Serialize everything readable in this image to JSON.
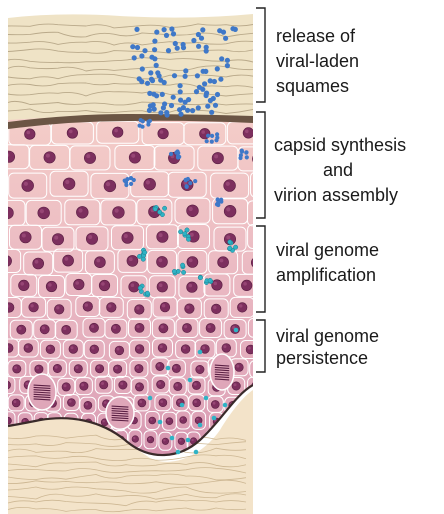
{
  "colors": {
    "stratum_corneum": "#efe3c6",
    "keratin_lines": "#b9a98a",
    "granular_band": "#6b5544",
    "upper_epithelium": "#f4cdc8",
    "mid_epithelium": "#eab8c2",
    "lower_epithelium": "#dfa6b9",
    "basal_layer": "#d592ae",
    "cell_outline": "#ffffff",
    "nucleus": "#7d2f5e",
    "nucleus_highlight": "#a2507f",
    "dermis": "#f3e3c9",
    "dermis_fibers": "#cdb793",
    "basement_membrane": "#3a2a2a",
    "virion_blue": "#3f78c8",
    "genome_cyan": "#2fb3c5"
  },
  "labels": [
    {
      "id": "release",
      "lines": [
        "release of",
        "viral-laden",
        "squames"
      ]
    },
    {
      "id": "assembly",
      "lines": [
        "capsid synthesis",
        "and",
        "virion assembly"
      ]
    },
    {
      "id": "amplification",
      "lines": [
        "viral genome",
        "amplification"
      ]
    },
    {
      "id": "persistence",
      "lines": [
        "viral genome",
        "persistence"
      ]
    }
  ]
}
